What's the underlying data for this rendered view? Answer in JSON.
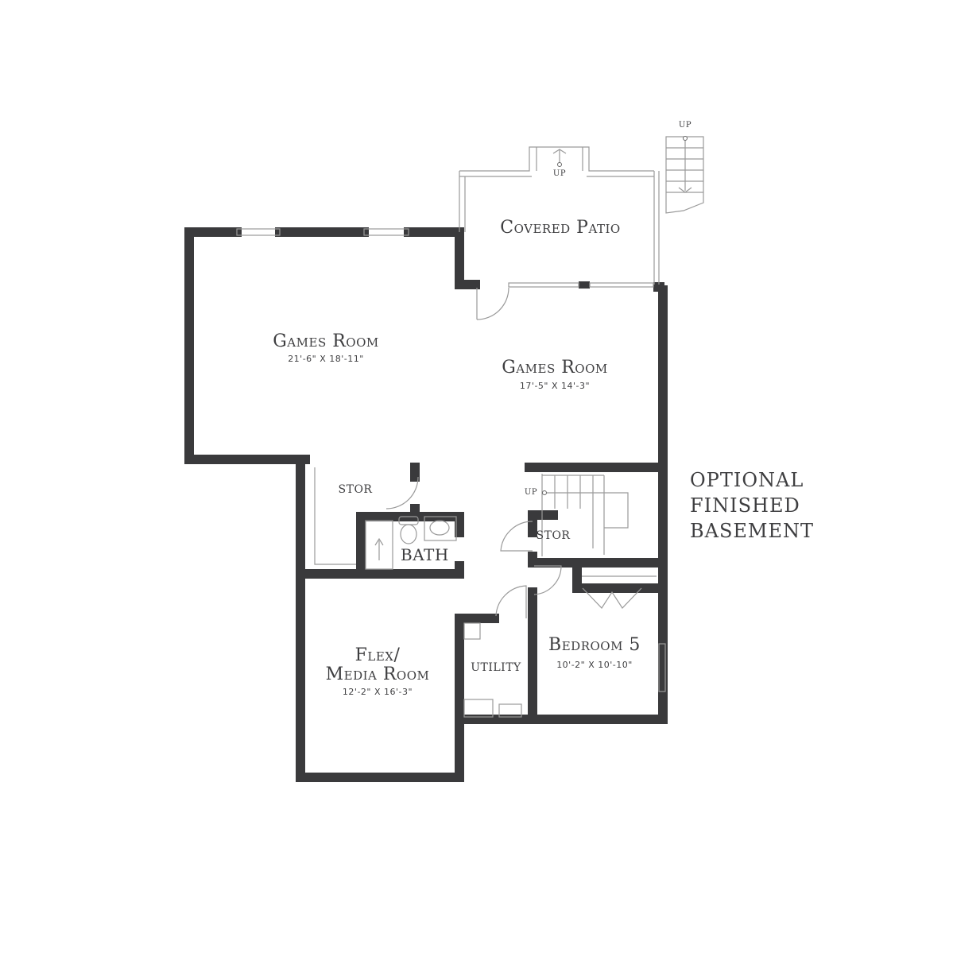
{
  "rooms": {
    "covered_patio": {
      "name": "Covered Patio"
    },
    "games_room_1": {
      "name": "Games Room",
      "size": "21'-6\" X 18'-11\""
    },
    "games_room_2": {
      "name": "Games Room",
      "size": "17'-5\" X 14'-3\""
    },
    "stor_1": {
      "name": "STOR"
    },
    "stor_2": {
      "name": "STOR"
    },
    "bath": {
      "name": "BATH"
    },
    "flex": {
      "name_line1": "Flex/",
      "name_line2": "Media Room",
      "size": "12'-2\" X 16'-3\""
    },
    "utility": {
      "name": "UTILITY"
    },
    "bedroom5": {
      "name": "Bedroom 5",
      "size": "10'-2\" X 10'-10\""
    }
  },
  "stairs": {
    "patio_up": "UP",
    "exterior_up": "UP",
    "interior_up": "UP"
  },
  "caption": {
    "line1": "OPTIONAL",
    "line2": "FINISHED",
    "line3": "BASEMENT"
  },
  "colors": {
    "wall": "#3a3a3c",
    "line": "#9a9a9a"
  }
}
